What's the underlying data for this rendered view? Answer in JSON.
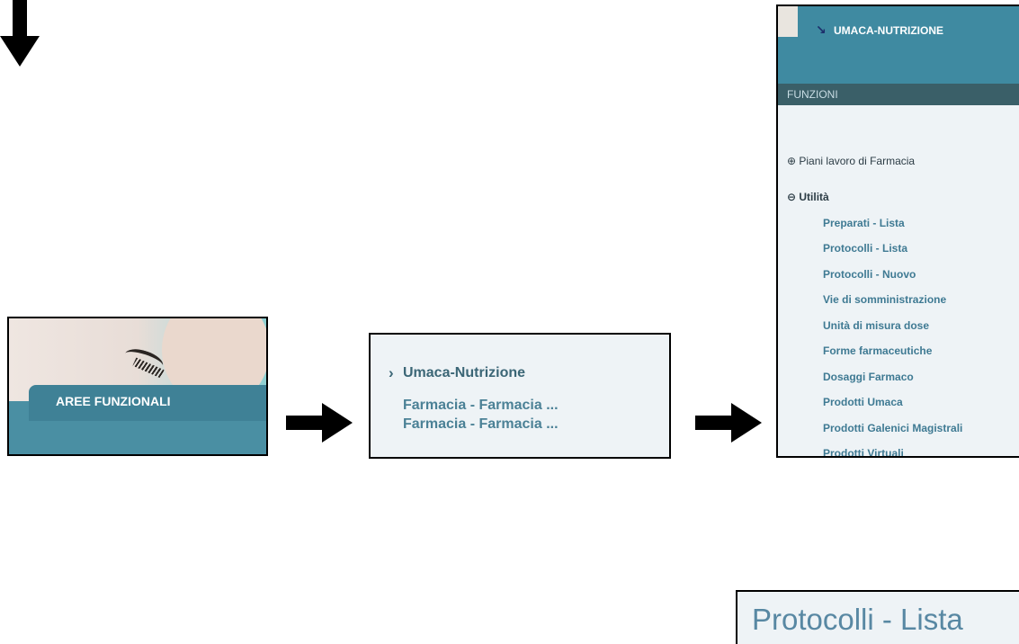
{
  "panel_aree": {
    "label": "AREE FUNZIONALI"
  },
  "panel_selection": {
    "chevron_icon": "chevron-right-icon",
    "items": [
      "Umaca-Nutrizione",
      "Farmacia - Farmacia ...",
      "Farmacia - Farmacia ..."
    ]
  },
  "panel_menu": {
    "tab_icon": "arrow-down-right-icon",
    "tab_title": "UMACA-NUTRIZIONE",
    "section_title": "FUNZIONI",
    "groups": [
      {
        "label": "⊕ Piani lavoro di Farmacia"
      },
      {
        "label": "⊖ Utilità"
      }
    ],
    "items": [
      "Preparati - Lista",
      "Protocolli - Lista",
      "Protocolli - Nuovo",
      "Vie di somministrazione",
      "Unità di misura dose",
      "Forme farmaceutiche",
      "Dosaggi Farmaco",
      "Prodotti Umaca",
      "Prodotti Galenici Magistrali",
      "Prodotti Virtuali"
    ]
  },
  "panel_result": {
    "label": "Protocolli - Lista"
  },
  "colors": {
    "teal": "#3f8aa1",
    "link": "#3f7a93",
    "panel_bg": "#eef3f6"
  }
}
